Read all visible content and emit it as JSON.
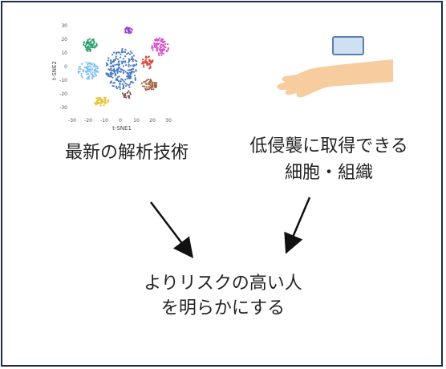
{
  "panel_left": {
    "caption": "最新の解析技術",
    "plot": {
      "xlabel": "t-SNE1",
      "ylabel": "t-SNE2",
      "xticks": [
        "-30",
        "-20",
        "-10",
        "0",
        "10",
        "20",
        "30"
      ],
      "yticks": [
        "30",
        "20",
        "10",
        "0",
        "-10",
        "-20",
        "-30"
      ],
      "cluster_colors": [
        "#4a78c2",
        "#2e9e6e",
        "#9b3cc4",
        "#d850c8",
        "#7fc1f0",
        "#d84a3a",
        "#a0603f",
        "#e8c232",
        "#7a5a4a"
      ]
    }
  },
  "panel_right": {
    "caption_line1": "低侵襲に取得できる",
    "caption_line2": "細胞・組織",
    "colors": {
      "arm": "#f7cd9f",
      "patch": "#cfe0f3",
      "patch_border": "#5b7fb0"
    }
  },
  "result": {
    "line1": "よりリスクの高い人",
    "line2": "を明らかにする"
  },
  "colors": {
    "frame": "#1f2a44",
    "arrow": "#111111",
    "text": "#222222"
  }
}
